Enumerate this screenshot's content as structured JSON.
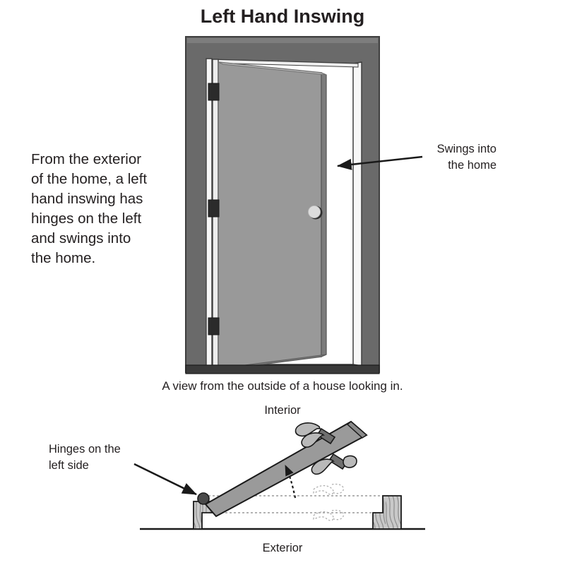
{
  "title": "Left Hand Inswing",
  "description": {
    "lines": [
      "From the exterior",
      "of the home, a left",
      "hand inswing has",
      "hinges on the left",
      "and swings into",
      "the home."
    ]
  },
  "annotations": {
    "swings_into_home": {
      "lines": [
        "Swings into",
        "the home"
      ]
    },
    "hinges_left_side": {
      "lines": [
        "Hinges on the",
        "left side"
      ]
    }
  },
  "caption": "A view from the outside of a house looking in.",
  "plan_view": {
    "top_label": "Interior",
    "bottom_label": "Exterior"
  },
  "colors": {
    "background": "#ffffff",
    "text": "#231f20",
    "frame_dark": "#6a6a6a",
    "frame_edge": "#3f3f3f",
    "door_panel": "#999999",
    "door_edge": "#8a8a8a",
    "jamb_white": "#f7f7f7",
    "hinge": "#2b2b2b",
    "knob_light": "#dcdcdc",
    "threshold": "#3a3a3a",
    "slab_gray": "#9a9a9a",
    "wood_grain": "#b5b5b5",
    "outline": "#1a1a1a"
  }
}
